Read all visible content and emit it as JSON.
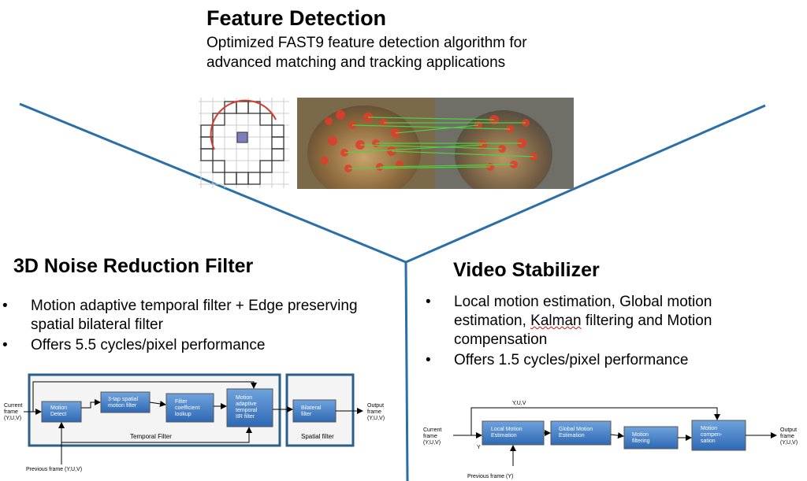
{
  "feature_detection": {
    "title": "Feature Detection",
    "description": "Optimized FAST9 feature detection algorithm for advanced matching and tracking applications"
  },
  "noise_filter": {
    "title": "3D Noise Reduction Filter",
    "bullets": [
      "Motion adaptive temporal filter + Edge preserving spatial bilateral filter",
      "Offers 5.5 cycles/pixel performance"
    ],
    "diagram": {
      "input_label": [
        "Current",
        "frame",
        "(Y,U,V)"
      ],
      "output_label": [
        "Output",
        "frame",
        "(Y,U,V)"
      ],
      "previous_label": "Previous frame (Y,U,V)",
      "temporal_group": "Temporal Filter",
      "spatial_group": "Spatial filter",
      "blocks": [
        [
          "Motion",
          "Detect"
        ],
        [
          "3-tap spatial",
          "motion filter"
        ],
        [
          "Filter",
          "coefficient",
          "lookup"
        ],
        [
          "Motion",
          "adaptive",
          "temporal",
          "IIR filter"
        ],
        [
          "Bilateral",
          "filter"
        ]
      ]
    }
  },
  "stabilizer": {
    "title": "Video Stabilizer",
    "bullet1_pre": "Local motion estimation, Global motion estimation, ",
    "bullet1_word": "Kalman",
    "bullet1_post": " filtering and Motion compensation",
    "bullet2": "Offers 1.5 cycles/pixel performance",
    "diagram": {
      "input_label": [
        "Current",
        "frame",
        "(Y,U,V)"
      ],
      "output_label": [
        "Output",
        "frame",
        "(Y,U,V)"
      ],
      "previous_label": "Previous frame (Y)",
      "feedback_label": "Y,U,V",
      "y_label": "Y",
      "blocks": [
        [
          "Local Motion",
          "Estimation"
        ],
        [
          "Global Motion",
          "Estimation"
        ],
        [
          "Motion",
          "filtering"
        ],
        [
          "Motion",
          "compen-",
          "sation"
        ]
      ]
    }
  },
  "colors": {
    "divider": "#2a6fa8",
    "block_fill": "#3d7cc9",
    "group_border": "#2b5f8a"
  }
}
